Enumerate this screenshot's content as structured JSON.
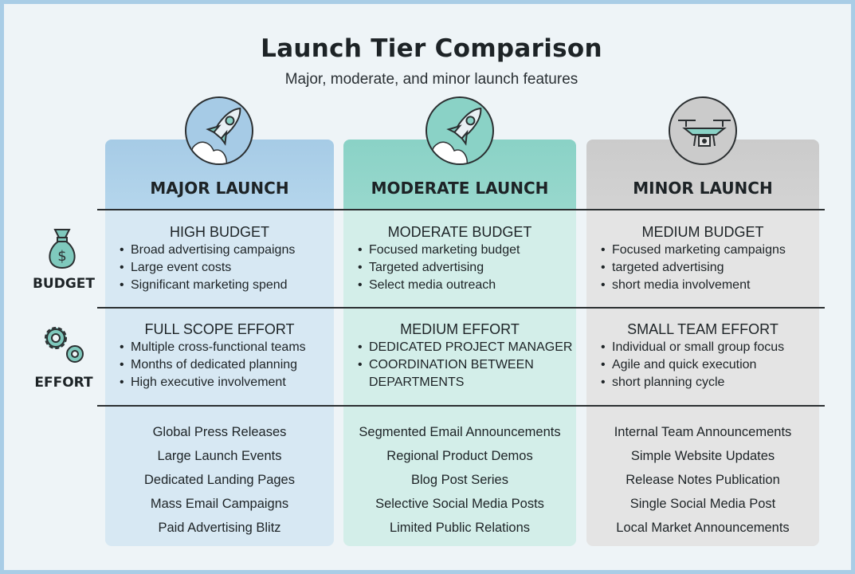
{
  "title": "Launch Tier Comparison",
  "subtitle": "Major, moderate, and minor launch features",
  "row_labels": {
    "budget": "BUDGET",
    "effort": "EFFORT"
  },
  "tiers": [
    {
      "name": "MAJOR LAUNCH",
      "icon": "rocket-icon",
      "budget": {
        "heading": "HIGH BUDGET",
        "bullets": [
          "Broad advertising campaigns",
          "Large event costs",
          "Significant marketing spend"
        ]
      },
      "effort": {
        "heading": "FULL SCOPE EFFORT",
        "bullets": [
          "Multiple cross-functional teams",
          "Months of dedicated planning",
          "High executive involvement"
        ]
      },
      "channels": [
        "Global Press Releases",
        "Large Launch Events",
        "Dedicated Landing Pages",
        "Mass Email Campaigns",
        "Paid Advertising Blitz"
      ]
    },
    {
      "name": "MODERATE LAUNCH",
      "icon": "rocket-icon",
      "budget": {
        "heading": "MODERATE BUDGET",
        "bullets": [
          "Focused marketing budget",
          "Targeted advertising",
          "Select media outreach"
        ]
      },
      "effort": {
        "heading": "MEDIUM EFFORT",
        "bullets": [
          "DEDICATED PROJECT MANAGER",
          "COORDINATION BETWEEN DEPARTMENTS"
        ]
      },
      "channels": [
        "Segmented Email Announcements",
        "Regional Product Demos",
        "Blog Post Series",
        "Selective Social Media Posts",
        "Limited Public Relations"
      ]
    },
    {
      "name": "MINOR LAUNCH",
      "icon": "drone-icon",
      "budget": {
        "heading": "MEDIUM BUDGET",
        "bullets": [
          "Focused marketing campaigns",
          "targeted advertising",
          "short media involvement"
        ]
      },
      "effort": {
        "heading": "SMALL TEAM EFFORT",
        "bullets": [
          "Individual or small group focus",
          "Agile and quick execution",
          "short planning cycle"
        ]
      },
      "channels": [
        "Internal Team Announcements",
        "Simple Website Updates",
        "Release Notes Publication",
        "Single Social Media Post",
        "Local Market Announcements"
      ]
    }
  ],
  "colors": {
    "major": "#a6cbe6",
    "moderate": "#8ad2c6",
    "minor": "#cbcbcb",
    "border": "#a9cde6"
  }
}
